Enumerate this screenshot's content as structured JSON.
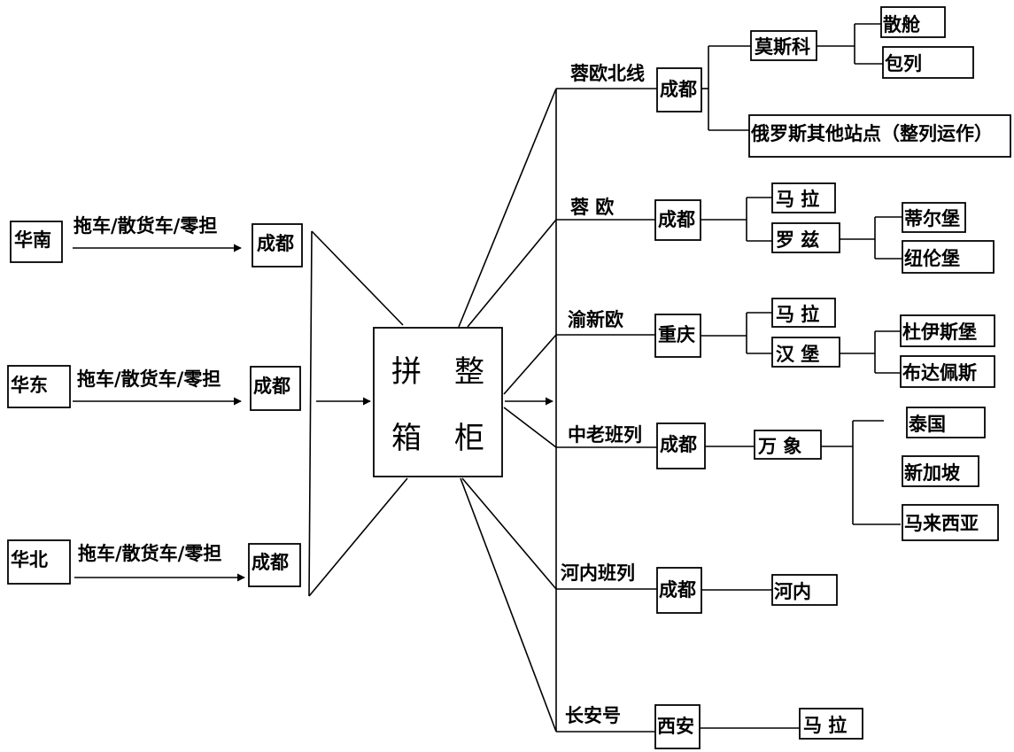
{
  "regions": {
    "south": "华南",
    "east": "华东",
    "north": "华北"
  },
  "transport_mode": "拖车/散货车/零担",
  "chengdu": "成都",
  "consolidation": {
    "line1_left": "拼",
    "line1_right": "整",
    "line2_left": "箱",
    "line2_right": "柜"
  },
  "routes": {
    "rong_ou_north": {
      "name": "蓉欧北线",
      "origin": "成都",
      "moscow": "莫斯科",
      "bulk": "散舱",
      "full_train": "包列",
      "other_russia": "俄罗斯其他站点（整列运作）"
    },
    "rong_ou": {
      "name": "蓉 欧",
      "origin": "成都",
      "mala": "马 拉",
      "lodz": "罗 兹",
      "tilburg": "蒂尔堡",
      "nuremberg": "纽伦堡"
    },
    "yu_xin_ou": {
      "name": "渝新欧",
      "origin": "重庆",
      "mala": "马 拉",
      "hamburg": "汉 堡",
      "duisburg": "杜伊斯堡",
      "budapest": "布达佩斯"
    },
    "china_laos": {
      "name": "中老班列",
      "origin": "成都",
      "vientiane": "万 象",
      "thailand": "泰国",
      "singapore": "新加坡",
      "malaysia": "马来西亚"
    },
    "hanoi": {
      "name": "河内班列",
      "origin": "成都",
      "dest": "河内"
    },
    "changan": {
      "name": "长安号",
      "origin": "西安",
      "dest": "马 拉"
    }
  }
}
